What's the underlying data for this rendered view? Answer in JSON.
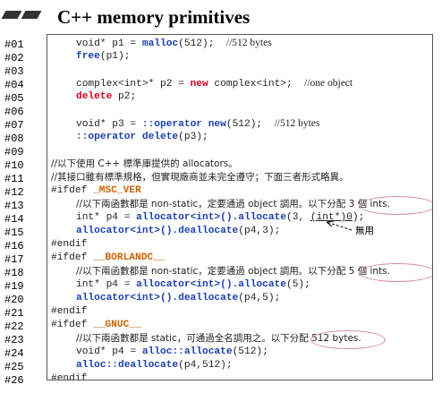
{
  "header": {
    "title": "C++ memory primitives"
  },
  "line_numbers": [
    "#01",
    "#02",
    "#03",
    "#04",
    "#05",
    "#06",
    "#07",
    "#08",
    "#09",
    "#10",
    "#11",
    "#12",
    "#13",
    "#14",
    "#15",
    "#16",
    "#17",
    "#18",
    "#19",
    "#20",
    "#21",
    "#22",
    "#23",
    "#24",
    "#25",
    "#26"
  ],
  "code": {
    "l01": {
      "a": "void* p1 = ",
      "b": "malloc",
      "c": "(512);  ",
      "d": "//512 bytes"
    },
    "l02": {
      "a": "free",
      "b": "(p1);"
    },
    "l04": {
      "a": "complex<int>* p2 = ",
      "b": "new",
      "c": " complex<int>;  ",
      "d": "//one object"
    },
    "l05": {
      "a": "delete",
      "b": " p2;"
    },
    "l07": {
      "a": "void* p3 = ",
      "b": "::operator new",
      "c": "(512);  ",
      "d": "//512 bytes"
    },
    "l08": {
      "a": "::operator delete",
      "b": "(p3);"
    },
    "l10": {
      "a": "//以下使用 C++ 標準庫提供的 allocators。"
    },
    "l11": {
      "a": "//其接口雖有標準規格，但實現廠商並未完全遵守；下面三者形式略異。"
    },
    "l12": {
      "a": "#ifdef ",
      "b": "_MSC_VER"
    },
    "l13": {
      "a": "//以下兩函數都是 non-static，定要通過 object 調用。以下分配 3 個 ints."
    },
    "l14": {
      "a": "int* p4 = ",
      "b": "allocator<int>().allocate",
      "c": "(3, ",
      "d": "(int*)0",
      "e": ");"
    },
    "l15": {
      "a": "allocator<int>().deallocate",
      "b": "(p4,3);"
    },
    "l16": {
      "a": "#endif"
    },
    "l17": {
      "a": "#ifdef ",
      "b": "__BORLANDC__"
    },
    "l18": {
      "a": "//以下兩函數都是 non-static，定要通過 object 調用。以下分配 5 個 ints."
    },
    "l19": {
      "a": "int* p4 = ",
      "b": "allocator<int>().allocate",
      "c": "(5);"
    },
    "l20": {
      "a": "allocator<int>().deallocate",
      "b": "(p4,5);"
    },
    "l21": {
      "a": "#endif"
    },
    "l22": {
      "a": "#ifdef ",
      "b": "__GNUC__"
    },
    "l23": {
      "a": "//以下兩函數都是 static，可通過全名調用之。以下分配 512 bytes."
    },
    "l24": {
      "a": "void* p4 = ",
      "b": "alloc::allocate",
      "c": "(512);"
    },
    "l25": {
      "a": "alloc::deallocate",
      "b": "(p4,512);"
    },
    "l26": {
      "a": "#endif"
    }
  },
  "annotation": {
    "unused_note": "無用"
  },
  "colors": {
    "keyword": "#1b3fb0",
    "new_keyword": "#d2001e",
    "macro": "#c86400",
    "circle": "#d28a9a"
  }
}
